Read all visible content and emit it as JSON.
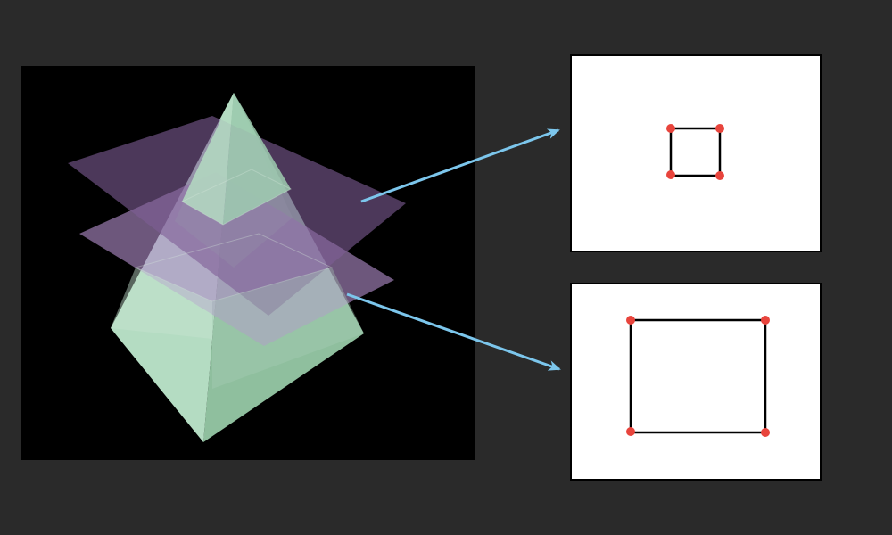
{
  "colors": {
    "page_background": "#2a2a2a",
    "viewport_background": "#000000",
    "pyramid_light": "#b4dcc2",
    "pyramid_dark": "#8fbf9e",
    "plane": "#9c7cb4",
    "arrow": "#7cc6ec",
    "section_outline": "#000000",
    "vertex_marker": "#e8443c",
    "panel_background": "#ffffff"
  },
  "figure": {
    "description_free": true,
    "cross_sections": [
      {
        "shape": "rectangle",
        "relative_size": "small",
        "vertex_count": 4
      },
      {
        "shape": "rectangle",
        "relative_size": "large",
        "vertex_count": 4
      }
    ]
  }
}
